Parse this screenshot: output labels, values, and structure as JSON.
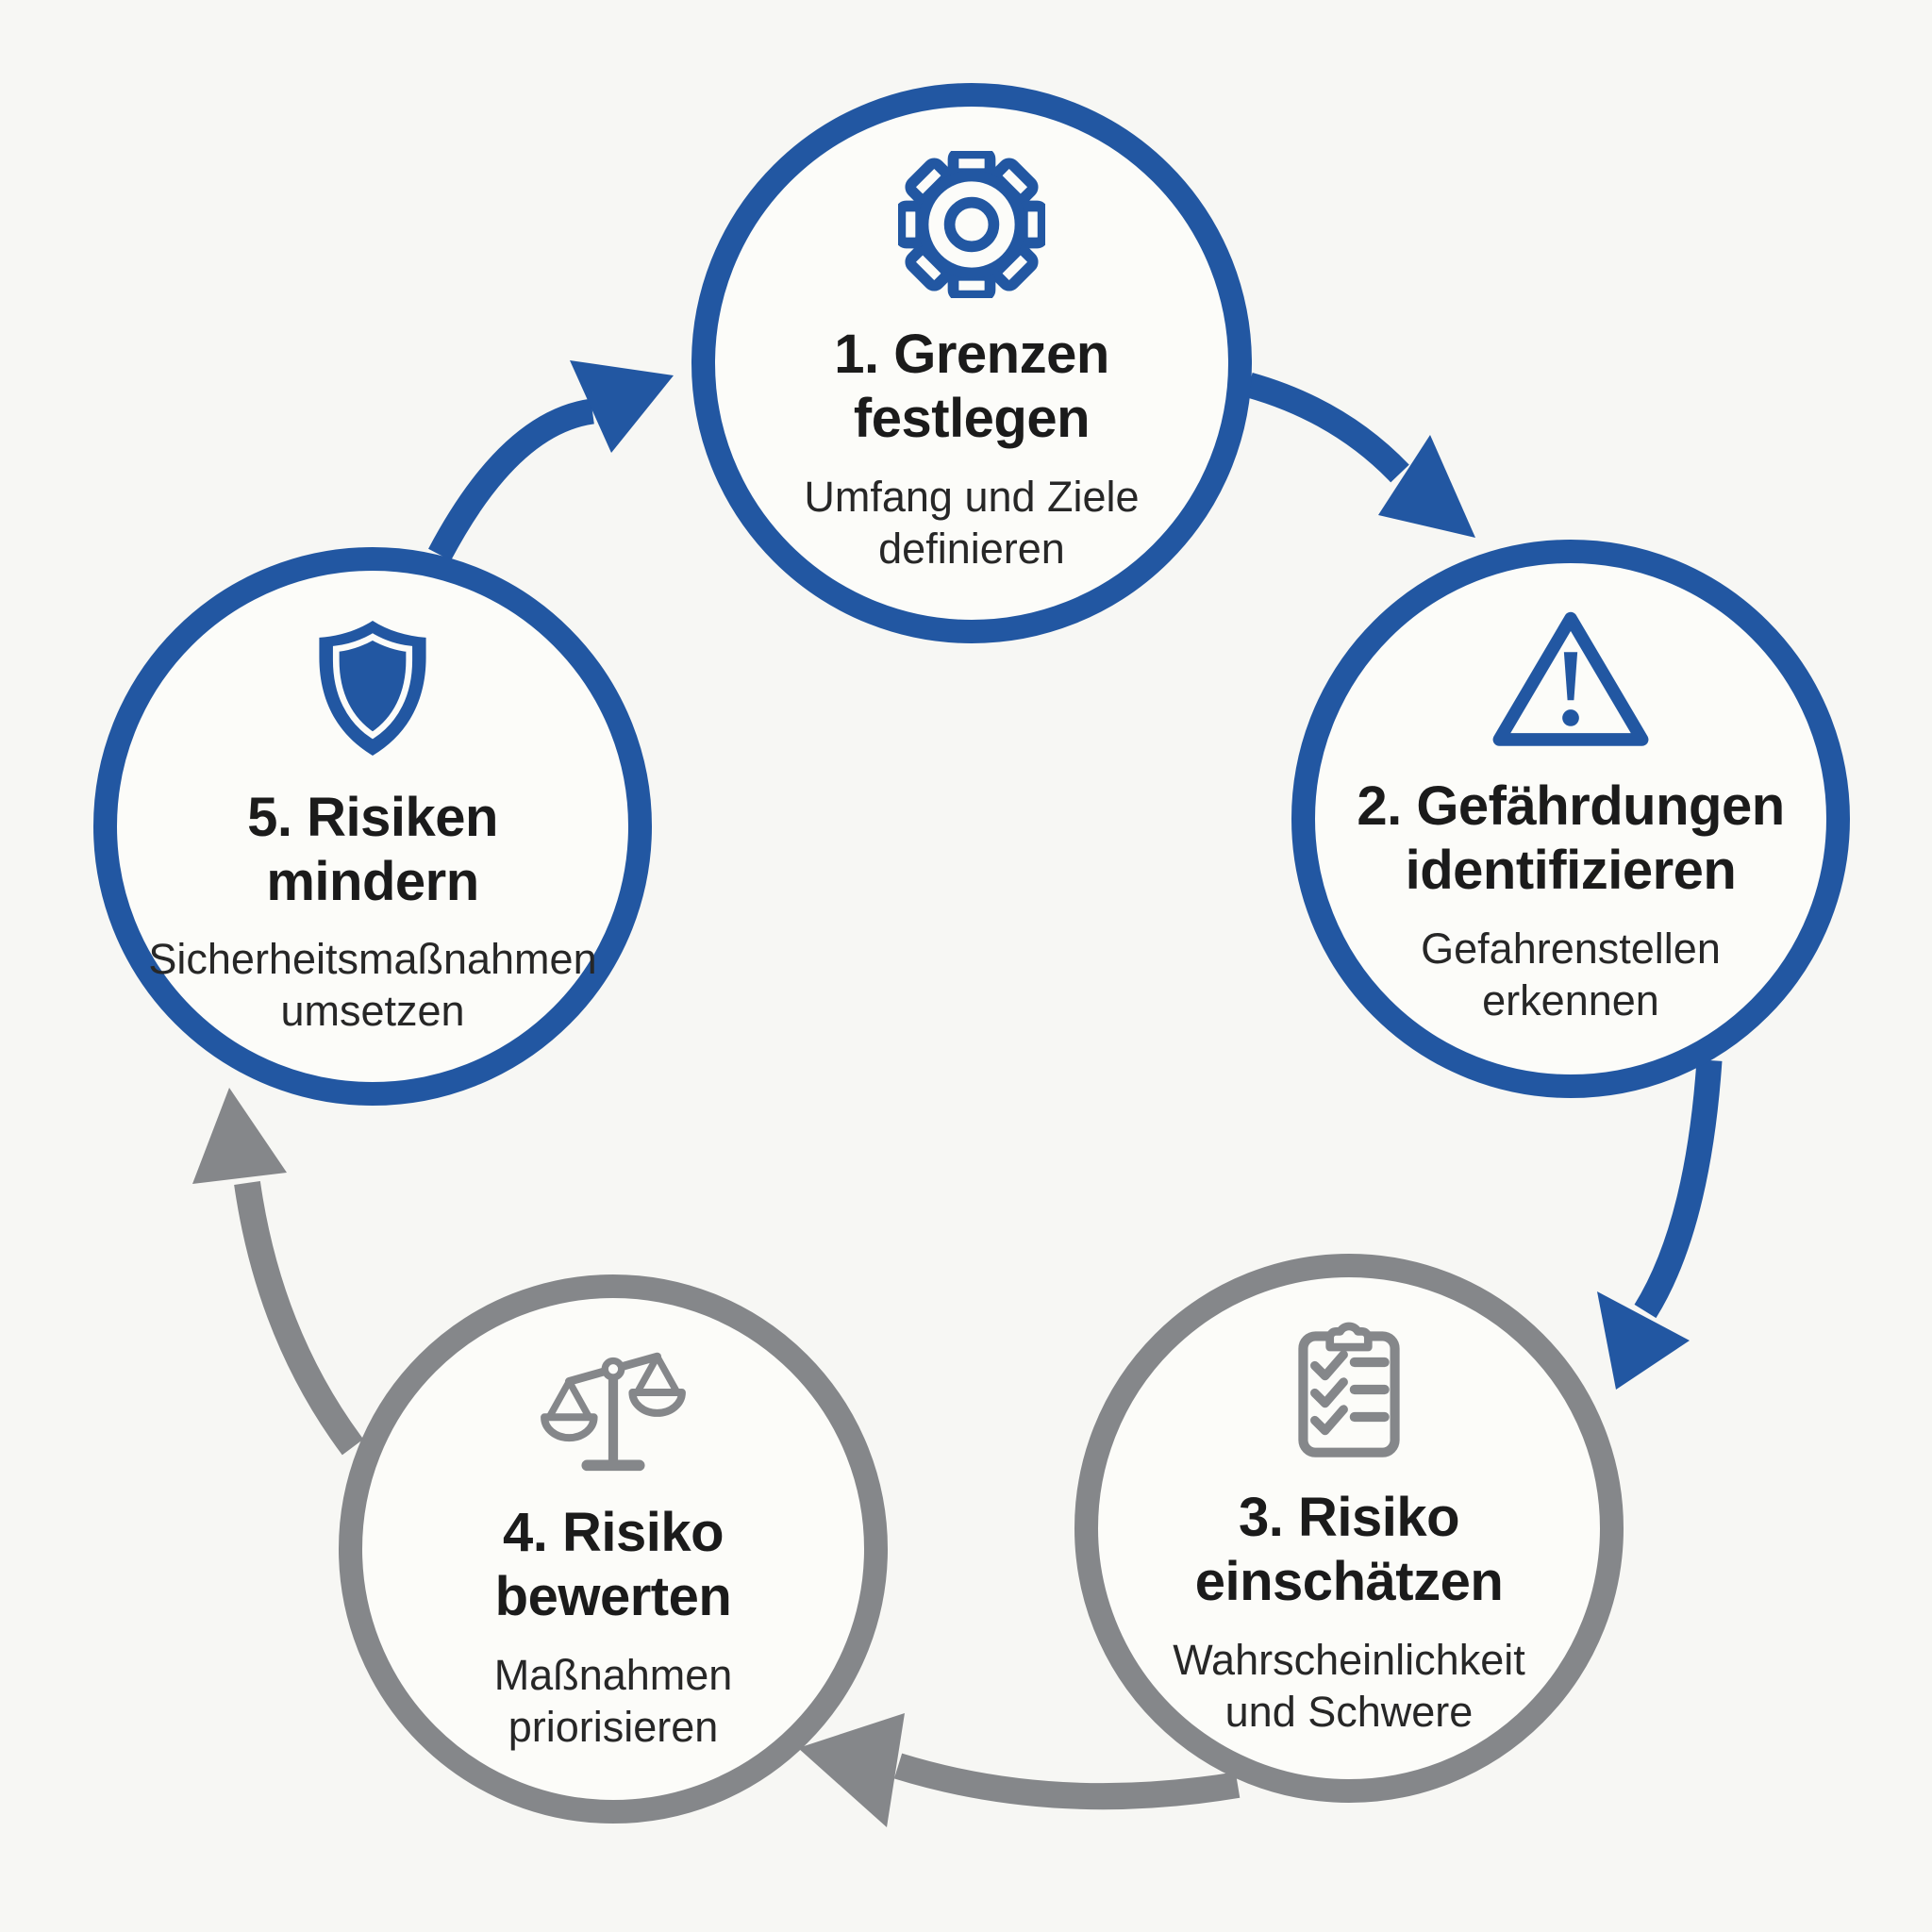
{
  "colors": {
    "blue": "#2257a2",
    "gray": "#85878a",
    "background": "#f7f7f4",
    "circle_fill": "#fcfcf9",
    "title_text": "#1b1b1b",
    "subtitle_text": "#272727"
  },
  "steps": [
    {
      "title_lines": [
        "1. Grenzen",
        "festlegen"
      ],
      "subtitle_lines": [
        "Umfang und Ziele",
        "definieren"
      ],
      "icon": "gear-icon",
      "accent": "blue"
    },
    {
      "title_lines": [
        "2. Gefährdungen",
        "identifizieren"
      ],
      "subtitle_lines": [
        "Gefahrenstellen",
        "erkennen"
      ],
      "icon": "warning-triangle-icon",
      "accent": "blue"
    },
    {
      "title_lines": [
        "3. Risiko",
        "einschätzen"
      ],
      "subtitle_lines": [
        "Wahrscheinlichkeit",
        "und Schwere"
      ],
      "icon": "clipboard-checklist-icon",
      "accent": "gray"
    },
    {
      "title_lines": [
        "4. Risiko",
        "bewerten"
      ],
      "subtitle_lines": [
        "Maßnahmen",
        "priorisieren"
      ],
      "icon": "scales-icon",
      "accent": "gray"
    },
    {
      "title_lines": [
        "5. Risiken",
        "mindern"
      ],
      "subtitle_lines": [
        "Sicherheitsmaßnahmen",
        "umsetzen"
      ],
      "icon": "shield-icon",
      "accent": "blue"
    }
  ],
  "arrows": [
    {
      "from": "5",
      "to": "1",
      "color": "blue"
    },
    {
      "from": "1",
      "to": "2",
      "color": "blue"
    },
    {
      "from": "2",
      "to": "3",
      "color": "blue"
    },
    {
      "from": "3",
      "to": "4",
      "color": "gray"
    },
    {
      "from": "4",
      "to": "5",
      "color": "gray"
    }
  ]
}
